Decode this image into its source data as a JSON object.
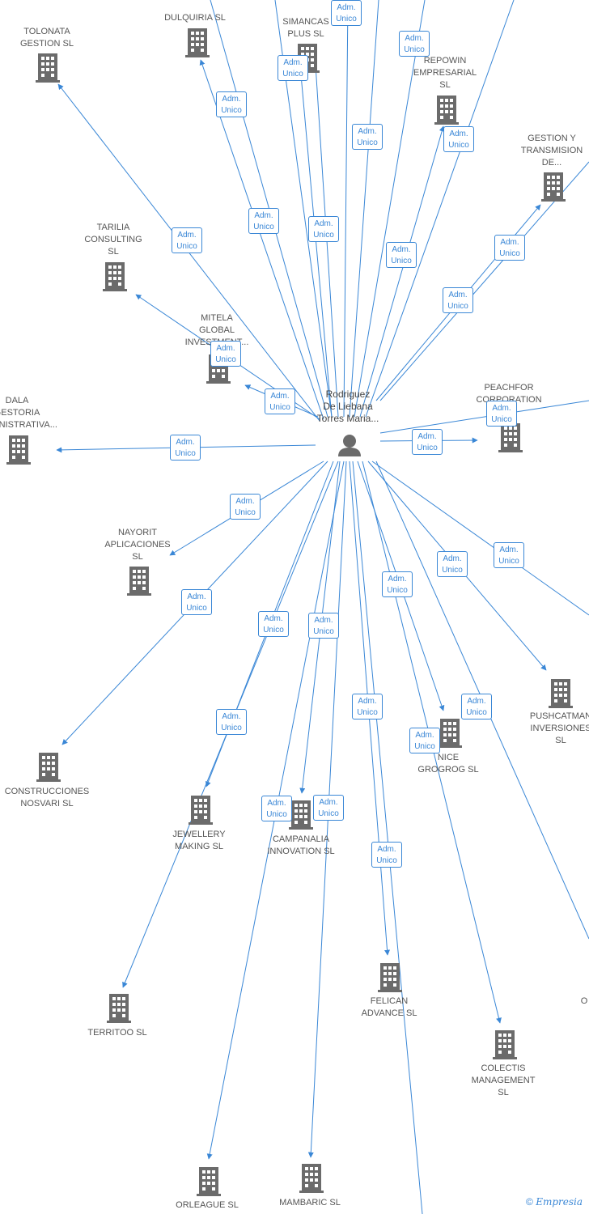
{
  "center": {
    "label": "Rodriguez\nDe Liebana\nTorres Maria..."
  },
  "colors": {
    "edge": "#3a87d6",
    "building": "#6b6b6b",
    "person": "#6b6b6b"
  },
  "companies": [
    {
      "id": "tolonata",
      "label": "TOLONATA\nGESTION  SL"
    },
    {
      "id": "dulquiria",
      "label": "DULQUIRIA  SL"
    },
    {
      "id": "simancas",
      "label": "SIMANCAS\nPLUS  SL"
    },
    {
      "id": "repowin",
      "label": "REPOWIN\nEMPRESARIAL\nSL"
    },
    {
      "id": "gestion-transmision",
      "label": "GESTION Y\nTRANSMISION\nDE..."
    },
    {
      "id": "tarilia",
      "label": "TARILIA\nCONSULTING\nSL"
    },
    {
      "id": "mitela",
      "label": "MITELA\nGLOBAL\nINVESTMENT..."
    },
    {
      "id": "peachfor",
      "label": "PEACHFOR\nCORPORATION"
    },
    {
      "id": "dala",
      "label": "DALA\nGESTORIA\nADMINISTRATIVA..."
    },
    {
      "id": "nayorit",
      "label": "NAYORIT\nAPLICACIONES\nSL"
    },
    {
      "id": "pushcatman",
      "label": "PUSHCATMAN\nINVERSIONES\nSL"
    },
    {
      "id": "nice-grogrog",
      "label": "NICE\nGROGROG  SL"
    },
    {
      "id": "construcciones",
      "label": "CONSTRUCCIONES\nNOSVARI  SL"
    },
    {
      "id": "jewellery",
      "label": "JEWELLERY\nMAKING  SL"
    },
    {
      "id": "campanalia",
      "label": "CAMPANALIA\nINNOVATION  SL"
    },
    {
      "id": "felican",
      "label": "FELICAN\nADVANCE  SL"
    },
    {
      "id": "territoo",
      "label": "TERRITOO  SL"
    },
    {
      "id": "colectis",
      "label": "COLECTIS\nMANAGEMENT\nSL"
    },
    {
      "id": "orleague",
      "label": "ORLEAGUE  SL"
    },
    {
      "id": "mambaric",
      "label": "MAMBARIC  SL"
    },
    {
      "id": "partial-o",
      "label": "O"
    }
  ],
  "edge_label": "Adm.\nUnico",
  "footer": {
    "copyright": "©",
    "brand": "Empresia"
  }
}
